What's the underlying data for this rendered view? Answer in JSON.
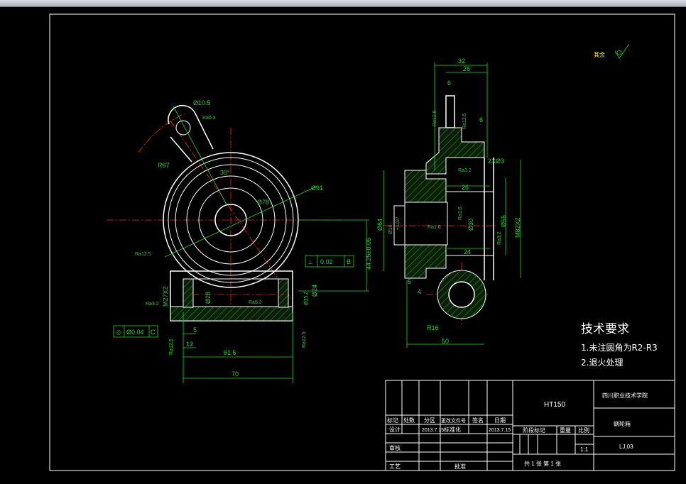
{
  "window": {
    "background": "#000000",
    "accent_green": "#1fd61f",
    "center_red": "#ff2020",
    "text_yellow": "#ffff00"
  },
  "roughness_note": {
    "label": "其余"
  },
  "tech_requirements": {
    "title": "技术要求",
    "items": [
      "1.未注圆角为R2-R3",
      "2.退火处理"
    ]
  },
  "front_view": {
    "dims": {
      "hole": "Ø10.5",
      "roughness_top": "Ra6.3",
      "radius": "R67",
      "angle": "30°",
      "dia_78": "Ø78",
      "dia_91": "Ø91",
      "height": "44.25±0.06",
      "rough_left": "Ra12.5",
      "thread": "M27X2",
      "rough_left2": "Ra3.2",
      "dia_28": "Ø28",
      "rough_mid": "Ra6.3",
      "dia_15": "Ø15.2",
      "dia_24": "Ø24",
      "d5": "5",
      "d12": "12",
      "d615": "61.5",
      "d70": "70",
      "rough_b1": "Ra12.5",
      "rough_b2": "Ra12.5"
    },
    "tol_perp": {
      "symbol": "⊥",
      "value": "0.02",
      "datum": "B"
    },
    "tol_conc": {
      "symbol": "◎",
      "value": "Ø0.04",
      "datum": "C"
    }
  },
  "side_view": {
    "dims": {
      "d32": "32",
      "d26": "26",
      "d6a": "6",
      "d6b": "6",
      "ra_a": "Ra12.5",
      "ra_b": "Ra12.5",
      "ra_c": "Ra3.2",
      "holes": "2XØ3",
      "d26b": "26",
      "d64": "Ø64",
      "d18": "Ø18",
      "d18b": "+0.027",
      "ra_d": "Ra1.6",
      "ra_e": "Ra1.6",
      "d30": "Ø30",
      "d55": "Ø55",
      "m82": "M82X2",
      "ra_f": "Ra3.2",
      "d24": "24",
      "d5": "5",
      "d4": "4",
      "r16": "R16",
      "d50": "50"
    }
  },
  "title_block": {
    "material": "HT150",
    "school": "四川职业技术学院",
    "part_name": "蜗轮箱",
    "scale_label": "比例",
    "scale": "1:1",
    "code": "LJ,03",
    "headers": [
      "标记",
      "处数",
      "分区",
      "更改文件号",
      "签名",
      "日期"
    ],
    "design_label": "设计",
    "design_date": "2013.7.15",
    "standard_label": "标准化",
    "date2": "2013.7.15",
    "stage_label": "阶段标记",
    "weight_label": "重量",
    "review_label": "审核",
    "process_label": "工艺",
    "approve_label": "批准",
    "sheets": "共 1 张  第 1 张"
  }
}
